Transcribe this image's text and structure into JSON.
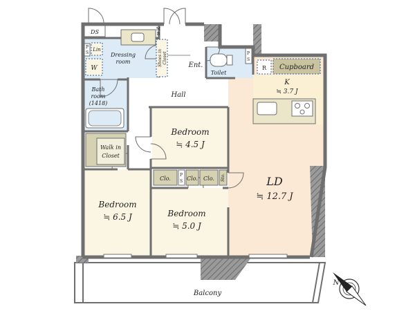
{
  "labels": {
    "ds": "DS",
    "mb": "M\nB",
    "ps_top": "P\nS",
    "lin": "Lin",
    "w": "W",
    "dressing": "Dressing\nroom",
    "shoes": "Shoes in\nCloset",
    "ent": "Ent.",
    "toilet": "Toilet",
    "ps_toilet": "P\nS",
    "r": "R",
    "cupboard": "Cupboard",
    "k_name": "K",
    "k_size": "≒ 3.7 J",
    "bath": "Bath\nroom\n(1418)",
    "hall": "Hall",
    "bed45_name": "Bedroom",
    "bed45_size": "≒ 4.5 J",
    "walkin": "Walk in\nCloset",
    "clo1": "Clo.",
    "ps_mid": "P\nS",
    "clo2": "Clo.",
    "clo3": "Clo.",
    "sto": "Sto.",
    "ld_name": "LD",
    "ld_size": "≒ 12.7 J",
    "bed65_name": "Bedroom",
    "bed65_size": "≒ 6.5 J",
    "bed50_name": "Bedroom",
    "bed50_size": "≒ 5.0 J",
    "balcony": "Balcony",
    "north": "N"
  },
  "colors": {
    "wall": "#6f6f6f",
    "bedroom": "#fbf6e4",
    "ld": "#fbe9d6",
    "kitchen": "#fbf0d4",
    "wet": "#dcebf6",
    "hall": "#ffffff",
    "storage": "#d6d1b1",
    "walkin": "#cdc7a9",
    "cupboard": "#c9c49f",
    "counter": "#ebe6c9",
    "dash": "#2f5fa8"
  },
  "icons": [
    "compass-icon",
    "stove-icon",
    "sink-icon",
    "toilet-icon",
    "bathtub-icon",
    "washbasin-icon"
  ]
}
